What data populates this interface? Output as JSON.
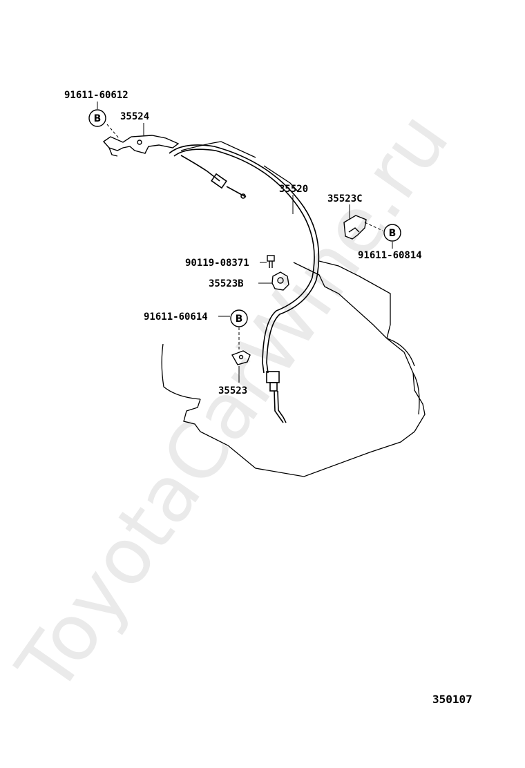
{
  "watermark": "ToyotaCarWine.ru",
  "diagram_code": "350107",
  "labels": {
    "p_91611_60612": "91611-60612",
    "p_35524": "35524",
    "p_35520": "35520",
    "p_35523c": "35523C",
    "p_91611_60814": "91611-60814",
    "p_90119_08371": "90119-08371",
    "p_35523b": "35523B",
    "p_91611_60614": "91611-60614",
    "p_35523": "35523"
  },
  "callouts": {
    "b1": "B",
    "b2": "B",
    "b3": "B"
  }
}
